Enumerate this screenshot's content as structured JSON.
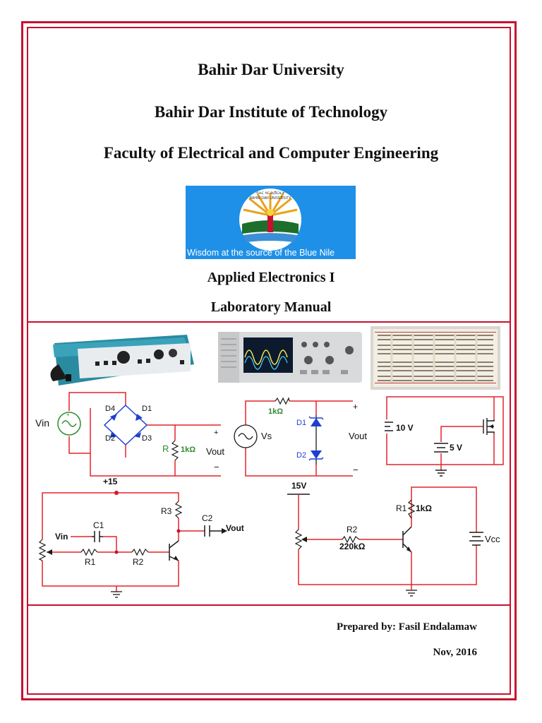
{
  "header": {
    "university": "Bahir Dar University",
    "institute": "Bahir Dar Institute of Technology",
    "faculty": "Faculty of Electrical and Computer Engineering"
  },
  "logo": {
    "motto": "Wisdom at the source of the Blue Nile",
    "emblem_lines": [
      "ባሕር ዳር ዩኒቨርሲቲ",
      "BAHIR DAR UNIVERSITY"
    ]
  },
  "course": {
    "name": "Applied Electronics I",
    "document": "Laboratory Manual"
  },
  "circuits": {
    "bridge": {
      "vin": "Vin",
      "d1": "D1",
      "d2": "D2",
      "d3": "D3",
      "d4": "D4",
      "r": "R",
      "r_value": "1kΩ",
      "plus": "+",
      "minus": "−",
      "vout": "Vout"
    },
    "zener": {
      "r_value": "1kΩ",
      "vs": "Vs",
      "d1": "D1",
      "d2": "D2",
      "plus": "+",
      "minus": "−",
      "vout": "Vout"
    },
    "mosfet": {
      "v1": "10 V",
      "v2": "5 V"
    },
    "amplifier": {
      "supply": "+15",
      "vin": "Vin",
      "c1": "C1",
      "c2": "C2",
      "r1": "R1",
      "r2": "R2",
      "r3": "R3",
      "vout": "Vout"
    },
    "bias": {
      "supply": "15V",
      "r1": "R1",
      "r1_value": "1kΩ",
      "r2": "R2",
      "r2_value": "220kΩ",
      "vcc": "Vcc"
    }
  },
  "footer": {
    "prepared_by": "Prepared by: Fasil Endalamaw",
    "date": "Nov, 2016"
  },
  "colors": {
    "border": "#c8102e",
    "logo_bg": "#1e90e8",
    "wire": "#e3242b",
    "component": "#1a1a1a",
    "diode": "#1f3fd1",
    "resistor_label": "#2e8b2e"
  }
}
